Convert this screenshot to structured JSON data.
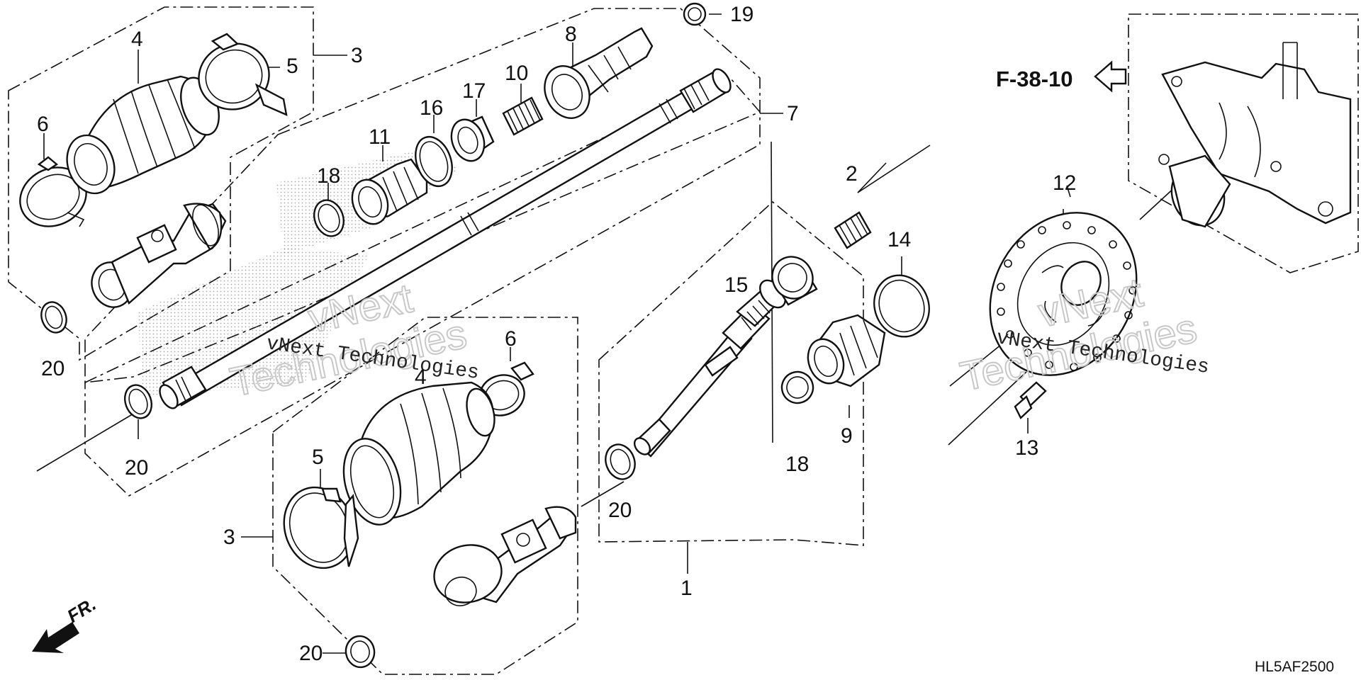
{
  "diagram": {
    "code": "HL5AF2500",
    "reference": "F-38-10",
    "front_label": "FR.",
    "watermark": {
      "brand_line1": "vNext",
      "brand_line2": "Technologies",
      "text": "vNext Technologies"
    },
    "callouts": {
      "c1": "1",
      "c2": "2",
      "c3a": "3",
      "c3b": "3",
      "c4a": "4",
      "c4b": "4",
      "c5a": "5",
      "c5b": "5",
      "c6a": "6",
      "c6b": "6",
      "c7": "7",
      "c8": "8",
      "c9": "9",
      "c10": "10",
      "c11": "11",
      "c12": "12",
      "c13": "13",
      "c14": "14",
      "c15": "15",
      "c16": "16",
      "c17": "17",
      "c18a": "18",
      "c18b": "18",
      "c19": "19",
      "c20a": "20",
      "c20b": "20",
      "c20c": "20",
      "c20d": "20"
    },
    "icons": [
      "reference-arrow-icon",
      "front-direction-arrow-icon"
    ]
  }
}
